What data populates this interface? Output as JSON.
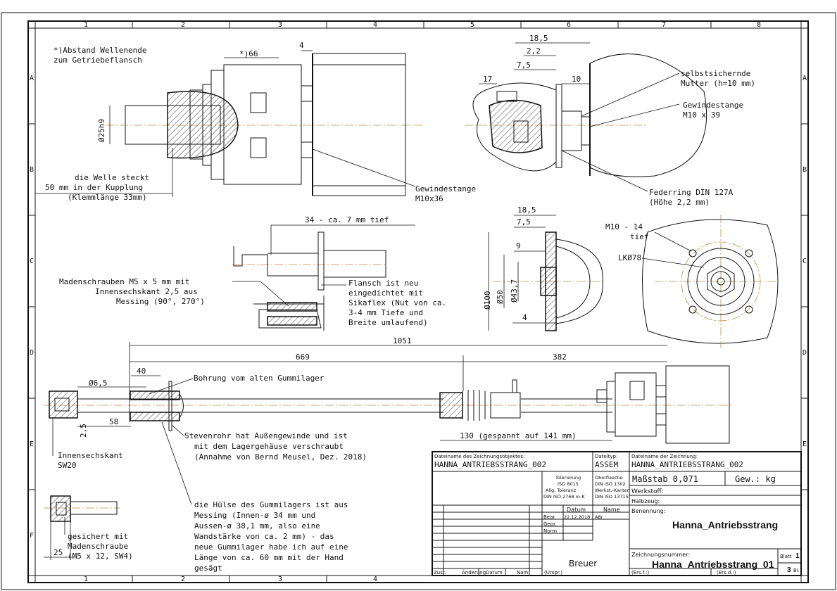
{
  "grid": {
    "cols": [
      "1",
      "2",
      "3",
      "4",
      "5",
      "6",
      "7",
      "8"
    ],
    "rows": [
      "A",
      "B",
      "C",
      "D",
      "E",
      "F"
    ]
  },
  "notes": {
    "abstand_line1": "*)Abstand Wellenende",
    "abstand_line2": "zum Getriebeflansch",
    "dim_66": "*)66",
    "dim_4_top": "4",
    "dia_25": "Ø25h9",
    "welle_line1": "die Welle steckt",
    "welle_line2": "50 mm in der Kupplung",
    "welle_line3": "(Klemmlänge 33mm)",
    "gew1_line1": "Gewindestange",
    "gew1_line2": "M10x36",
    "dim_18_5_a": "18,5",
    "dim_2_2": "2,2",
    "dim_7_5_a": "7,5",
    "dim_17": "17",
    "dim_10": "10",
    "mutter_line1": "selbstsichernde",
    "mutter_line2": "Mutter (h=10 mm)",
    "gew2_line1": "Gewindestange",
    "gew2_line2": "M10 x 39",
    "feder_line1": "Federring DIN 127A",
    "feder_line2": "(Höhe 2,2 mm)",
    "dim_34": "34 - ca. 7 mm tief",
    "dim_18_5_b": "18,5",
    "dim_7_5_b": "7,5",
    "dim_9": "9",
    "dim_4_c": "4",
    "dia_100": "Ø100",
    "dia_50": "Ø50",
    "dia_43_7": "Ø43,7",
    "m10_line1": "M10 - 14",
    "m10_line2": "tief",
    "lk78": "LKØ78",
    "maden_line1": "Madenschrauben M5 x 5 mm mit",
    "maden_line2": "Innensechskant 2,5 aus",
    "maden_line3": "Messing (90°, 270°)",
    "flansch_line1": "Flansch ist neu",
    "flansch_line2": "eingedichtet mit",
    "flansch_line3": "Sikaflex (Nut von ca.",
    "flansch_line4": "3-4 mm Tiefe und",
    "flansch_line5": "Breite umlaufend)",
    "dim_1051": "1051",
    "dim_669": "669",
    "dim_382": "382",
    "dia_6_5": "Ø6,5",
    "dim_40": "40",
    "bohrung": "Bohrung vom alten Gummilager",
    "dim_58": "58",
    "dim_2_5": "2,5",
    "dim_130": "130 (gespannt auf 141 mm)",
    "steven_line1": "Stevenrohr hat Außengewinde und ist",
    "steven_line2": "mit dem Lagergehäuse verschraubt",
    "steven_line3": "(Annahme von Bernd Meusel, Dez. 2018)",
    "innen_line1": "Innensechskant",
    "innen_line2": "SW20",
    "huelse_line1": "die Hülse des Gummilagers ist aus",
    "huelse_line2": "Messing (Innen-ø 34 mm und",
    "huelse_line3": "Aussen-ø 38,1 mm, also eine",
    "huelse_line4": "Wandstärke von ca. 2 mm) - das",
    "huelse_line5": "neue Gummilager habe ich auf eine",
    "huelse_line6": "Länge von ca. 60 mm mit der Hand",
    "huelse_line7": "gesägt",
    "gesichert_line1": "gesichert mit",
    "gesichert_line2": "Madenschraube",
    "gesichert_line3": "(M5 x 12, SW4)",
    "dim_25": "25"
  },
  "titleblock": {
    "obj_label": "Dateiname des Zeichnungsobjektes:",
    "obj_value": "HANNA_ANTRIEBSSTRANG_002",
    "typ_label": "Dateityp:",
    "typ_value": "ASSEM",
    "zeich_label": "Dateiname der Zeichnung:",
    "zeich_value": "HANNA_ANTRIEBSSTRANG_002",
    "tol1": "Tolerierung",
    "tol2": "ISO 8015",
    "tol3": "Allg. Toleranz",
    "tol4": "DIN ISO 2768 m-K",
    "ob1": "Oberflaeche",
    "ob2": "DIN ISO 1302",
    "ob3": "Werkst.-Kanten",
    "ob4": "DIN ISO 13715",
    "massstab": "Maßstab 0,071",
    "gew": "Gew.: kg",
    "werkstoff": "Werkstoff:",
    "halbzeug": "Halbzeug:",
    "datum": "Datum",
    "name": "Name",
    "bear": "Bear.",
    "bear_date": "22.12.2018",
    "bear_name": "ABr",
    "gepr": "Gepr.",
    "norm": "Norm",
    "benennung_label": "Benennung:",
    "benennung": "Hanna_Antriebsstrang",
    "breuer": "Breuer",
    "znr_label": "Zeichnungsnummer:",
    "znr": "Hanna_Antriebsstrang_01",
    "blatt": "Blatt",
    "blatt_nr": "1",
    "bl_count": "3",
    "bl": "Bl.",
    "zust": "Zust.",
    "aenderung": "Änderung",
    "datum2": "Datum",
    "nam": "Nam",
    "urspr": "(Urspr.)",
    "ersf": "(Ers.f.:)",
    "ersd": "(Ers.d.:)"
  }
}
